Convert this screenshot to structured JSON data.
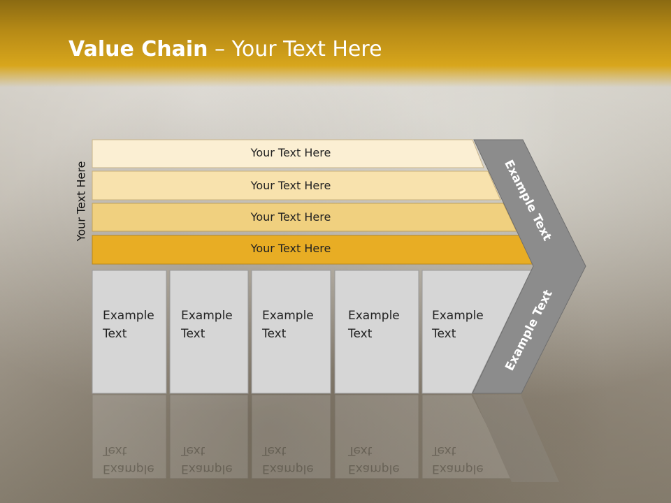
{
  "title": {
    "bold": "Value Chain",
    "rest": " – Your Text Here"
  },
  "side_label": "Your Text Here",
  "bars": [
    {
      "label": "Your Text Here"
    },
    {
      "label": "Your Text Here"
    },
    {
      "label": "Your Text Here"
    },
    {
      "label": "Your Text Here"
    }
  ],
  "boxes": [
    {
      "line1": "Example",
      "line2": "Text"
    },
    {
      "line1": "Example",
      "line2": "Text"
    },
    {
      "line1": "Example",
      "line2": "Text"
    },
    {
      "line1": "Example",
      "line2": "Text"
    },
    {
      "line1": "Example",
      "line2": "Text"
    }
  ],
  "chevron": {
    "upper": "Example Text",
    "lower": "Example Text"
  },
  "colors": {
    "header": "#d8a61c",
    "bar1": "#fbefd3",
    "bar2": "#f8e2ad",
    "bar3": "#f0d07f",
    "bar4": "#e8ad24",
    "box": "#d6d6d6",
    "chevron": "#8c8c8c"
  }
}
